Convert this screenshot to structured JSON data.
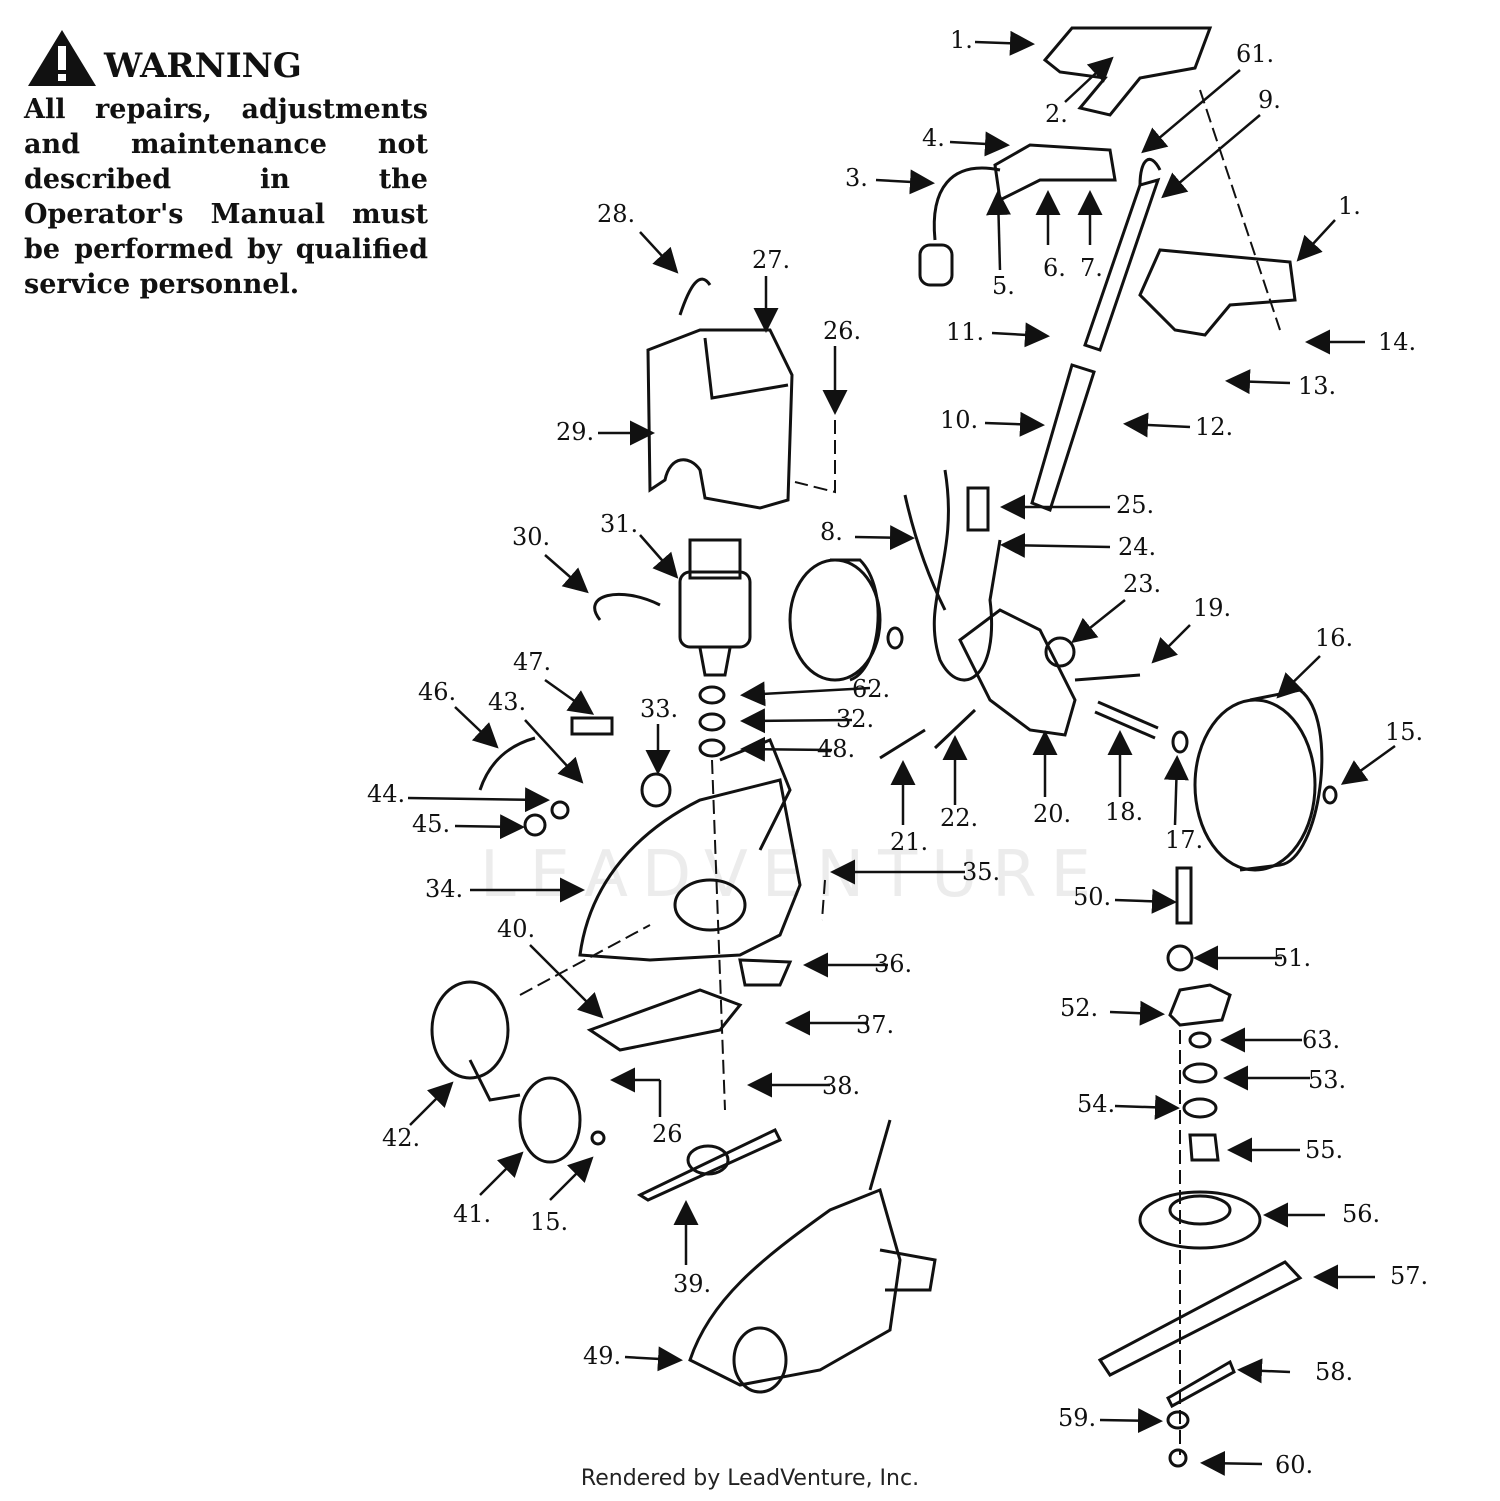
{
  "warning": {
    "title": "WARNING",
    "body": "All repairs, adjustments and maintenance not described in the Operator's Manual must be performed by qualified service personnel."
  },
  "watermark": "LEADVENTURE",
  "credit": "Rendered by LeadVenture, Inc.",
  "callouts": [
    "1.",
    "2.",
    "3.",
    "4.",
    "5.",
    "6.",
    "7.",
    "8.",
    "9.",
    "10.",
    "11.",
    "12.",
    "13.",
    "14.",
    "15.",
    "16.",
    "17.",
    "18.",
    "19.",
    "20.",
    "21.",
    "22.",
    "23.",
    "24.",
    "25.",
    "26.",
    "27.",
    "28.",
    "29.",
    "30.",
    "31.",
    "32.",
    "33.",
    "34.",
    "35.",
    "36.",
    "37.",
    "38.",
    "39.",
    "40.",
    "41.",
    "42.",
    "43.",
    "44.",
    "45.",
    "46.",
    "47.",
    "48.",
    "49.",
    "50.",
    "51.",
    "52.",
    "53.",
    "54.",
    "55.",
    "56.",
    "57.",
    "58.",
    "59.",
    "60.",
    "61.",
    "62.",
    "63.",
    "1.",
    "15.",
    "26"
  ]
}
